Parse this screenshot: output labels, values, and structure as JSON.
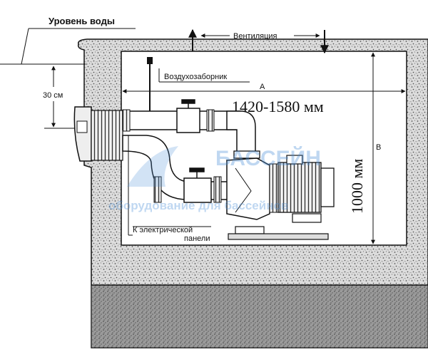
{
  "labels": {
    "water_level": "Уровень воды",
    "ventilation": "Вентиляция",
    "air_intake": "Воздухозаборник",
    "depth": "30 см",
    "dim_a_letter": "A",
    "dim_a_value": "1420-1580 мм",
    "dim_b_letter": "B",
    "dim_b_value": "1000 мм",
    "electric_line1": "К электрической",
    "electric_line2": "панели"
  },
  "watermark": {
    "title": "БАССЕЙН",
    "subtitle": "оборудование для бассейнов"
  },
  "colors": {
    "line": "#111111",
    "concrete": "#d9d9d9",
    "soil": "#8c8c8c",
    "watermark": "#4a90d9"
  }
}
